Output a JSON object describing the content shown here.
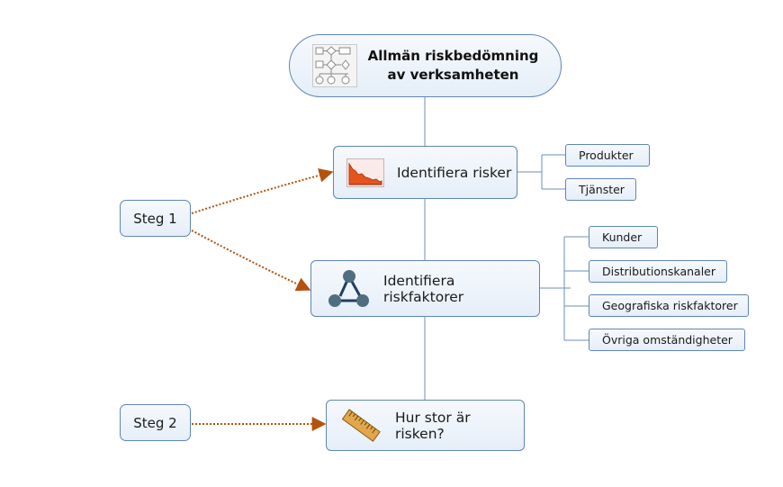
{
  "central": {
    "title_line1": "Allmän riskbedömning",
    "title_line2": "av verksamheten",
    "icon": "flowchart-icon"
  },
  "topics": [
    {
      "label": "Identifiera risker",
      "icon": "area-chart-icon",
      "subtopics": [
        "Produkter",
        "Tjänster"
      ]
    },
    {
      "label": "Identifiera riskfaktorer",
      "icon": "network-nodes-icon",
      "subtopics": [
        "Kunder",
        "Distributionskanaler",
        "Geografiska riskfaktorer",
        "Övriga omständigheter"
      ]
    },
    {
      "label": "Hur stor är risken?",
      "icon": "ruler-icon",
      "subtopics": []
    }
  ],
  "steps": [
    {
      "label": "Steg 1"
    },
    {
      "label": "Steg 2"
    }
  ],
  "colors": {
    "node_border": "#5f86b3",
    "connector": "#6b8fb8",
    "arrow": "#b4520f"
  }
}
